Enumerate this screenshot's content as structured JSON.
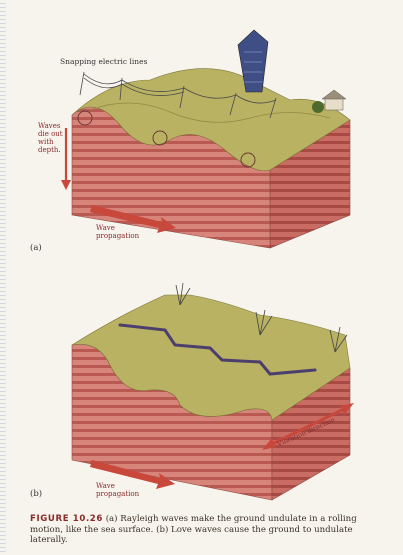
{
  "panel_a": {
    "lines_label": "Snapping electric lines",
    "depth_label": "Waves die out with depth.",
    "propagation_label": "Wave propagation",
    "panel_label": "(a)"
  },
  "panel_b": {
    "vibration_label": "Vibration direction",
    "propagation_label": "Wave propagation",
    "panel_label": "(b)"
  },
  "caption": {
    "figure_number": "FIGURE 10.26",
    "text": "(a) Rayleigh waves make the ground undulate in a rolling motion, like the sea surface. (b) Love waves cause the ground to undulate laterally."
  },
  "colors": {
    "rock_red": "#c9695f",
    "arrow_red": "#c8483c",
    "grass": "#b9b262",
    "label_red": "#8a2a2a"
  }
}
